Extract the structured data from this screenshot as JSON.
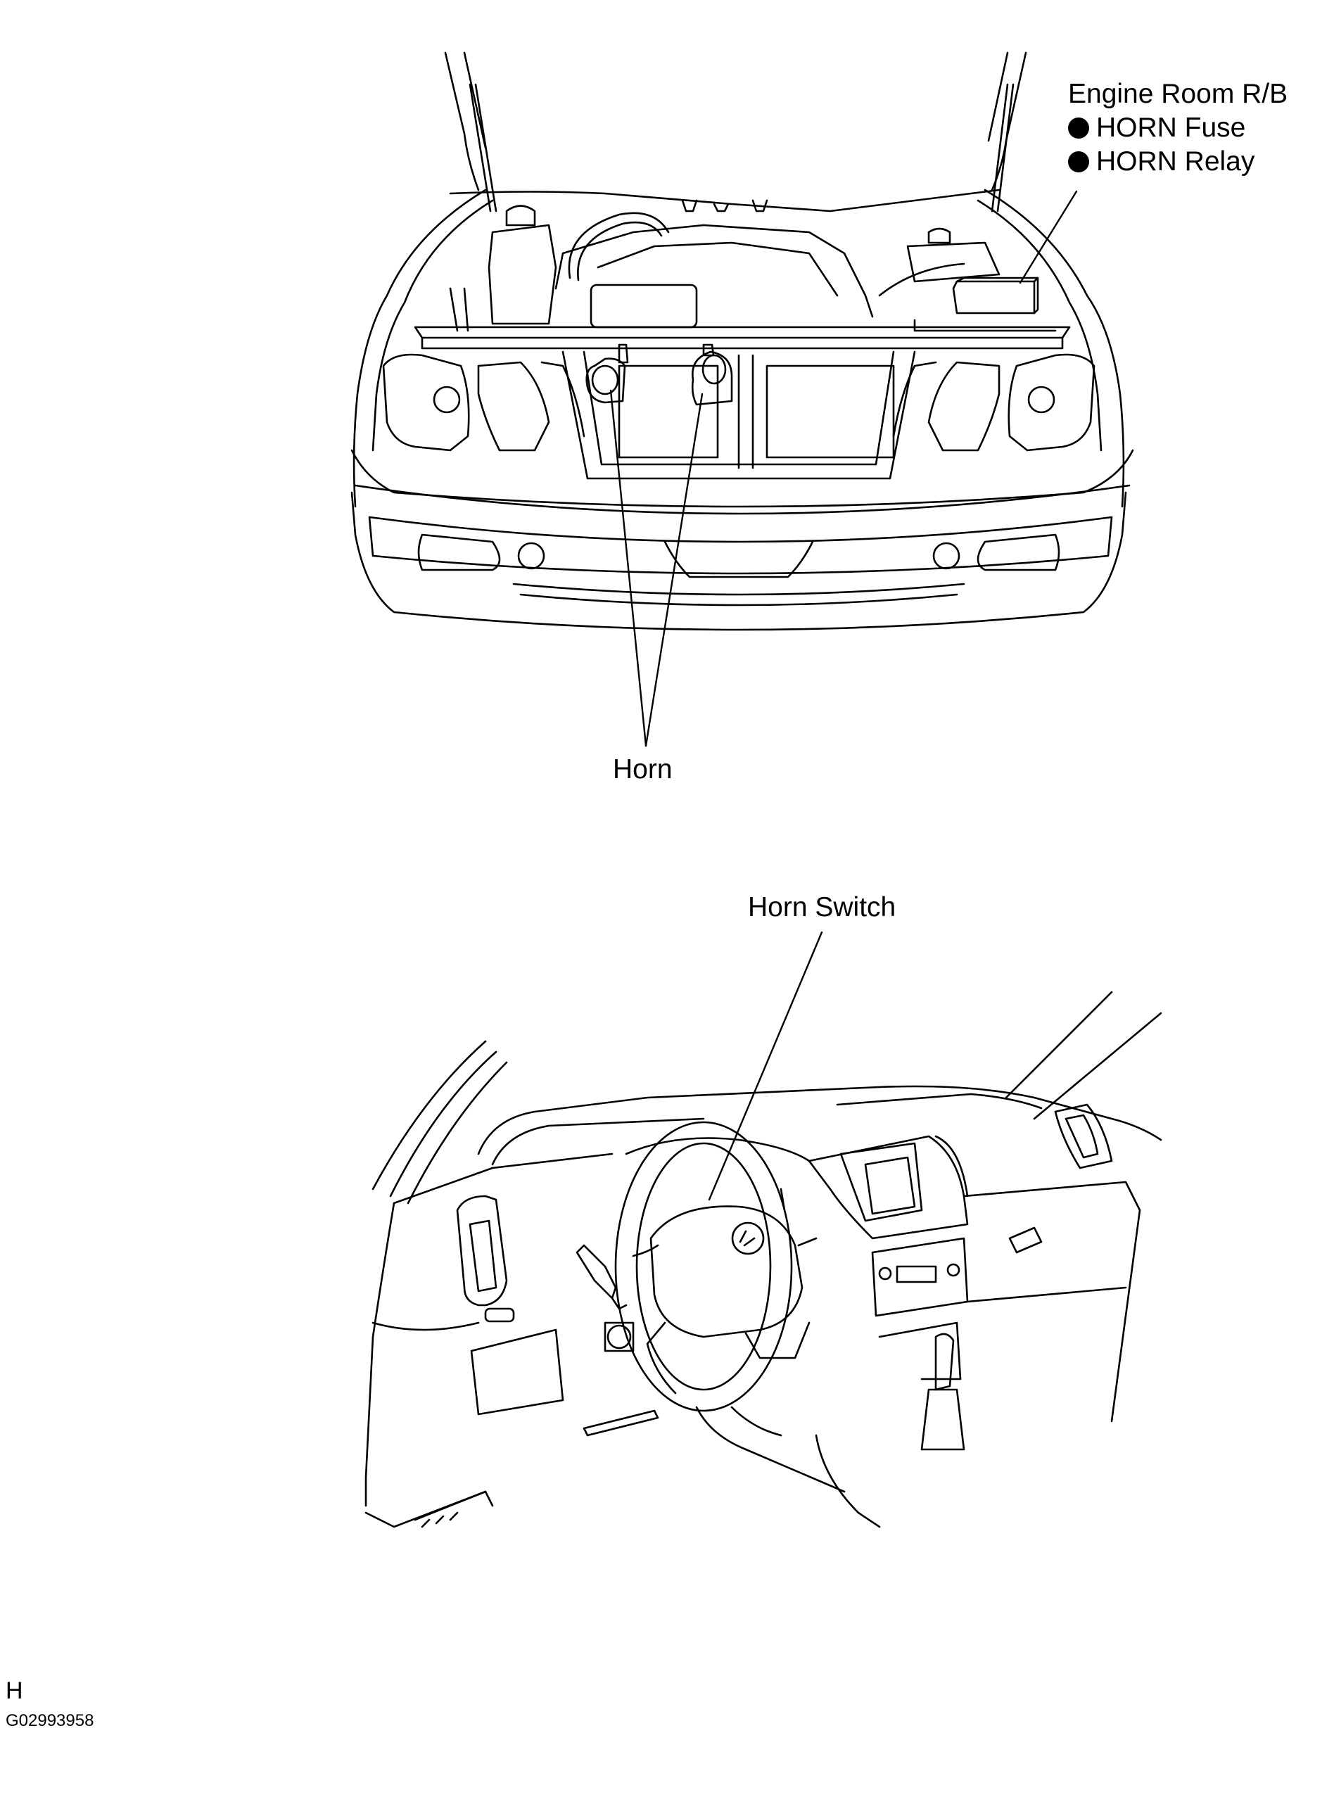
{
  "callouts": {
    "engine_room_rb": {
      "title": "Engine Room R/B",
      "items": [
        "HORN Fuse",
        "HORN Relay"
      ]
    },
    "horn": "Horn",
    "horn_switch": "Horn Switch"
  },
  "footer": {
    "section_letter": "H",
    "figure_code": "G02993958"
  }
}
